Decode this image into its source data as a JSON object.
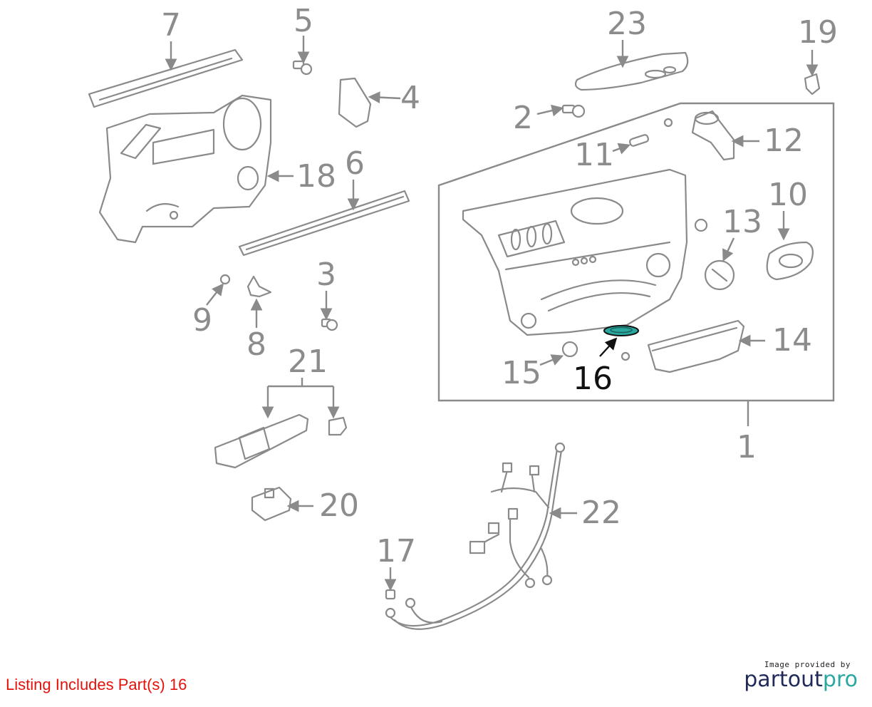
{
  "diagram": {
    "labels": [
      {
        "id": "1",
        "text": "1"
      },
      {
        "id": "2",
        "text": "2"
      },
      {
        "id": "3",
        "text": "3"
      },
      {
        "id": "4",
        "text": "4"
      },
      {
        "id": "5",
        "text": "5"
      },
      {
        "id": "6",
        "text": "6"
      },
      {
        "id": "7",
        "text": "7"
      },
      {
        "id": "8",
        "text": "8"
      },
      {
        "id": "9",
        "text": "9"
      },
      {
        "id": "10",
        "text": "10"
      },
      {
        "id": "11",
        "text": "11"
      },
      {
        "id": "12",
        "text": "12"
      },
      {
        "id": "13",
        "text": "13"
      },
      {
        "id": "14",
        "text": "14"
      },
      {
        "id": "15",
        "text": "15"
      },
      {
        "id": "16",
        "text": "16"
      },
      {
        "id": "17",
        "text": "17"
      },
      {
        "id": "18",
        "text": "18"
      },
      {
        "id": "19",
        "text": "19"
      },
      {
        "id": "20",
        "text": "20"
      },
      {
        "id": "21",
        "text": "21"
      },
      {
        "id": "22",
        "text": "22"
      },
      {
        "id": "23",
        "text": "23"
      }
    ],
    "highlighted_part": "16",
    "highlight_color": "#2aa8a0",
    "label_color": "#8c8c8c"
  },
  "footer": {
    "listing_text": "Listing Includes Part(s) 16",
    "listing_color": "#e3120b",
    "credit_small": "Image provided by",
    "brand_part1": "partout",
    "brand_part2": "pro",
    "brand_color1": "#1f2a5a",
    "brand_color2": "#2aa8a0"
  }
}
